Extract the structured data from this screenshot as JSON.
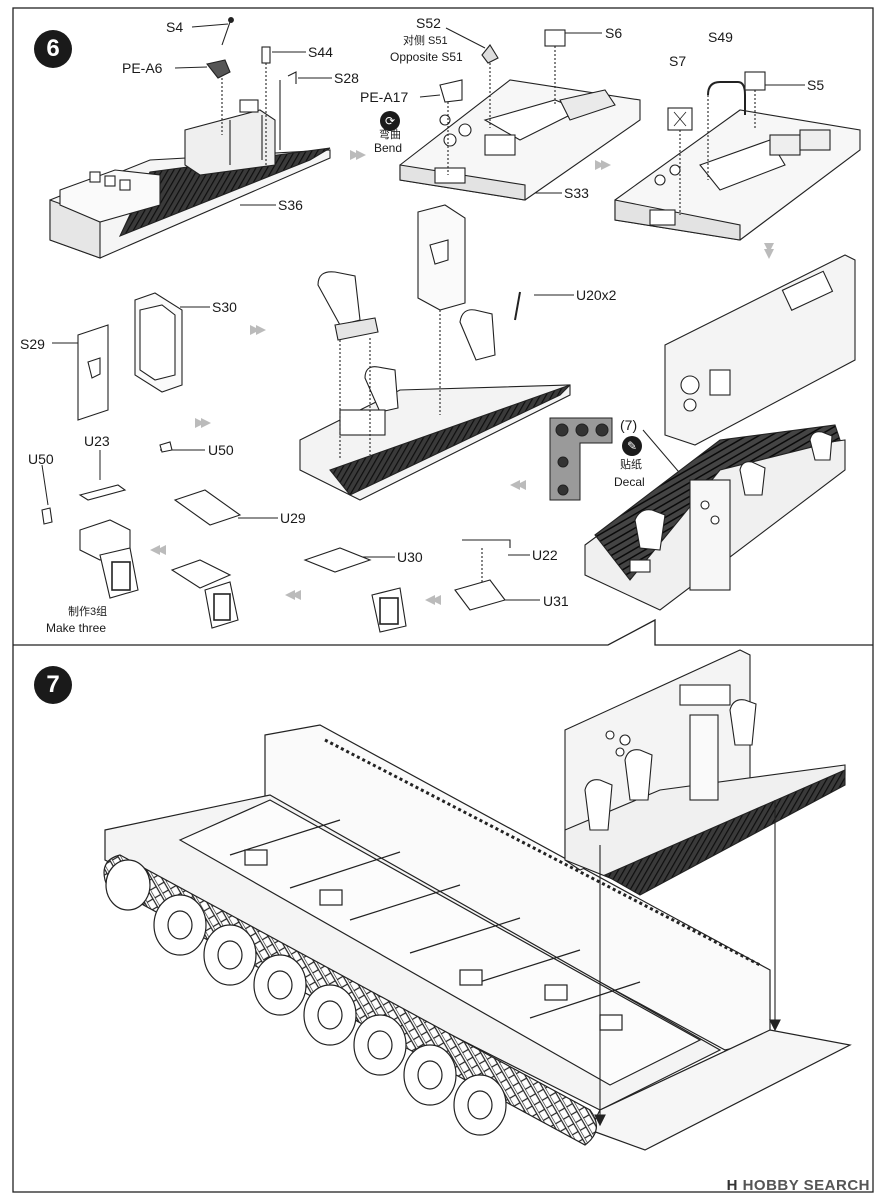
{
  "steps": {
    "step6": {
      "number": "6",
      "parts": {
        "S4": "S4",
        "PE_A6": "PE-A6",
        "S44": "S44",
        "S28": "S28",
        "S36": "S36",
        "S52": "S52",
        "S51_cn": "对侧 S51",
        "S51_en": "Opposite S51",
        "PE_A17": "PE-A17",
        "bend_cn": "弯曲",
        "bend_en": "Bend",
        "S6": "S6",
        "S33": "S33",
        "S49": "S49",
        "S7": "S7",
        "S5": "S5",
        "S30": "S30",
        "S29": "S29",
        "U20x2": "U20x2",
        "decal_ref": "(7)",
        "decal_cn": "贴纸",
        "decal_en": "Decal",
        "U23": "U23",
        "U50_left": "U50",
        "U50_right": "U50",
        "U29": "U29",
        "U30": "U30",
        "U22": "U22",
        "U31": "U31",
        "make_three_cn": "制作3组",
        "make_three_en": "Make three"
      }
    },
    "step7": {
      "number": "7"
    }
  },
  "watermark": {
    "brand": "HOBBY SEARCH",
    "logo_letter": "H"
  },
  "colors": {
    "ink": "#1a1a1a",
    "line": "#333333",
    "fill_light": "#f4f4f4",
    "fill_grey": "#cfcfcf",
    "fill_dark": "#2a2a2a",
    "decal_panel": "#9a9a9a"
  },
  "icons": [
    "bend-icon",
    "decal-icon",
    "flow-arrow-icon"
  ]
}
